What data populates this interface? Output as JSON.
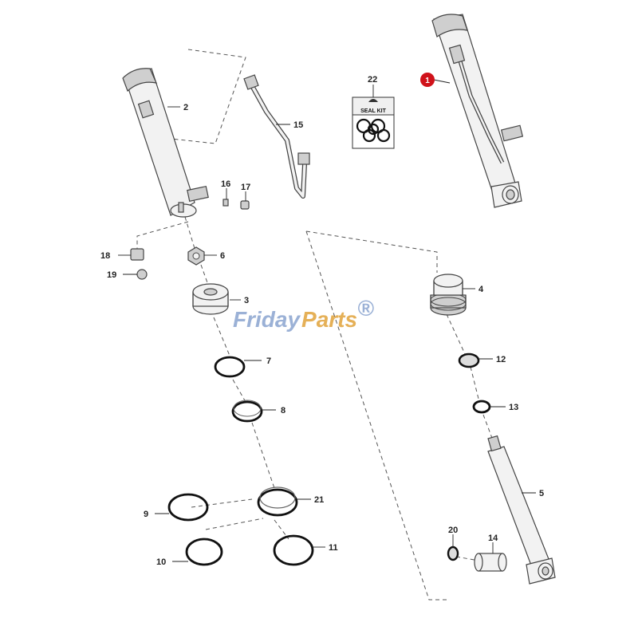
{
  "watermark": {
    "part1": "Friday",
    "part2": "Parts",
    "mark": "®"
  },
  "seal_kit": {
    "label": "SEAL KIT"
  },
  "callouts": {
    "c1": "1",
    "c2": "2",
    "c3": "3",
    "c4": "4",
    "c5": "5",
    "c6": "6",
    "c7": "7",
    "c8": "8",
    "c9": "9",
    "c10": "10",
    "c11": "11",
    "c12": "12",
    "c13": "13",
    "c14": "14",
    "c15": "15",
    "c16": "16",
    "c17": "17",
    "c18": "18",
    "c19": "19",
    "c20": "20",
    "c21": "21",
    "c22": "22"
  },
  "colors": {
    "highlight": "#d0121a",
    "watermark_blue": "#8aa4cf",
    "watermark_orange": "#e1a33a"
  }
}
